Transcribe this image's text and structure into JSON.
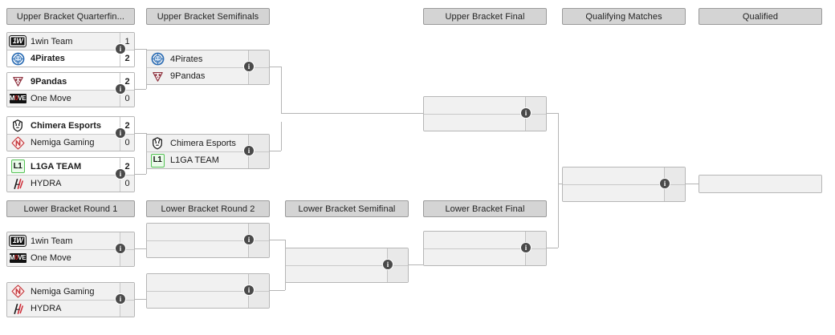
{
  "bracket": {
    "title": "Tournament Bracket",
    "upper_headers": [
      {
        "label": "Upper Bracket Quarterfin...",
        "full": "Upper Bracket Quarterfinals"
      },
      {
        "label": "Upper Bracket Semifinals"
      },
      {
        "label": "Upper Bracket Final"
      },
      {
        "label": "Qualifying Matches"
      },
      {
        "label": "Qualified"
      }
    ],
    "lower_headers": [
      {
        "label": "Lower Bracket Round 1"
      },
      {
        "label": "Lower Bracket Round 2"
      },
      {
        "label": "Lower Bracket Semifinal"
      },
      {
        "label": "Lower Bracket Final"
      }
    ],
    "info_tooltip": "i",
    "colors": {
      "header_bg": "#d4d4d4",
      "header_border": "#9a9a9a",
      "match_bg": "#f1f1f1",
      "match_border": "#b6b6b6",
      "winner_bg": "#ffffff",
      "line": "#b4b4b4",
      "info_badge": "#4a4a4a",
      "accent_green": "#55c355",
      "accent_red": "#d02a2a"
    },
    "upper_quarterfinals": [
      {
        "id": "ubqf-1",
        "teams": [
          {
            "name": "1win Team",
            "score": "1",
            "logo": "1win-logo",
            "winner": false
          },
          {
            "name": "4Pirates",
            "score": "2",
            "logo": "4pirates-logo",
            "winner": true
          }
        ]
      },
      {
        "id": "ubqf-2",
        "teams": [
          {
            "name": "9Pandas",
            "score": "2",
            "logo": "9pandas-logo",
            "winner": true
          },
          {
            "name": "One Move",
            "score": "0",
            "logo": "onemove-logo",
            "winner": false
          }
        ]
      },
      {
        "id": "ubqf-3",
        "teams": [
          {
            "name": "Chimera Esports",
            "score": "2",
            "logo": "chimera-logo",
            "winner": true
          },
          {
            "name": "Nemiga Gaming",
            "score": "0",
            "logo": "nemiga-logo",
            "winner": false
          }
        ]
      },
      {
        "id": "ubqf-4",
        "teams": [
          {
            "name": "L1GA TEAM",
            "score": "2",
            "logo": "l1ga-logo",
            "winner": true
          },
          {
            "name": "HYDRA",
            "score": "0",
            "logo": "hydra-logo",
            "winner": false
          }
        ]
      }
    ],
    "upper_semifinals": [
      {
        "id": "ubsf-1",
        "teams": [
          {
            "name": "4Pirates",
            "score": "",
            "logo": "4pirates-logo",
            "winner": false
          },
          {
            "name": "9Pandas",
            "score": "",
            "logo": "9pandas-logo",
            "winner": false
          }
        ]
      },
      {
        "id": "ubsf-2",
        "teams": [
          {
            "name": "Chimera Esports",
            "score": "",
            "logo": "chimera-logo",
            "winner": false
          },
          {
            "name": "L1GA TEAM",
            "score": "",
            "logo": "l1ga-logo",
            "winner": false
          }
        ]
      }
    ],
    "upper_final": [
      {
        "id": "ubf-1",
        "teams": [
          {
            "name": "",
            "score": "",
            "logo": "",
            "winner": false
          },
          {
            "name": "",
            "score": "",
            "logo": "",
            "winner": false
          }
        ]
      }
    ],
    "qualifying_matches": [
      {
        "id": "qm-1",
        "teams": [
          {
            "name": "",
            "score": "",
            "logo": "",
            "winner": false
          },
          {
            "name": "",
            "score": "",
            "logo": "",
            "winner": false
          }
        ]
      }
    ],
    "qualified": [
      {
        "id": "qual-1",
        "teams": [
          {
            "name": "",
            "score": "",
            "logo": "",
            "winner": false
          }
        ]
      }
    ],
    "lower_round_1": [
      {
        "id": "lbr1-1",
        "teams": [
          {
            "name": "1win Team",
            "score": "",
            "logo": "1win-logo",
            "winner": false
          },
          {
            "name": "One Move",
            "score": "",
            "logo": "onemove-logo",
            "winner": false
          }
        ]
      },
      {
        "id": "lbr1-2",
        "teams": [
          {
            "name": "Nemiga Gaming",
            "score": "",
            "logo": "nemiga-logo",
            "winner": false
          },
          {
            "name": "HYDRA",
            "score": "",
            "logo": "hydra-logo",
            "winner": false
          }
        ]
      }
    ],
    "lower_round_2": [
      {
        "id": "lbr2-1",
        "teams": [
          {
            "name": "",
            "score": "",
            "logo": "",
            "winner": false
          },
          {
            "name": "",
            "score": "",
            "logo": "",
            "winner": false
          }
        ]
      },
      {
        "id": "lbr2-2",
        "teams": [
          {
            "name": "",
            "score": "",
            "logo": "",
            "winner": false
          },
          {
            "name": "",
            "score": "",
            "logo": "",
            "winner": false
          }
        ]
      }
    ],
    "lower_semifinal": [
      {
        "id": "lbsf-1",
        "teams": [
          {
            "name": "",
            "score": "",
            "logo": "",
            "winner": false
          },
          {
            "name": "",
            "score": "",
            "logo": "",
            "winner": false
          }
        ]
      }
    ],
    "lower_final": [
      {
        "id": "lbf-1",
        "teams": [
          {
            "name": "",
            "score": "",
            "logo": "",
            "winner": false
          },
          {
            "name": "",
            "score": "",
            "logo": "",
            "winner": false
          }
        ]
      }
    ],
    "logos": {
      "1win-logo": {
        "text": "1W",
        "kind": "1win"
      },
      "4pirates-logo": {
        "kind": "pirates"
      },
      "9pandas-logo": {
        "kind": "pandas"
      },
      "onemove-logo": {
        "text": "M0VE",
        "kind": "move"
      },
      "chimera-logo": {
        "kind": "chimera"
      },
      "nemiga-logo": {
        "text": "N",
        "kind": "nemiga"
      },
      "l1ga-logo": {
        "text": "L1",
        "kind": "l1ga"
      },
      "hydra-logo": {
        "kind": "hydra"
      }
    }
  }
}
